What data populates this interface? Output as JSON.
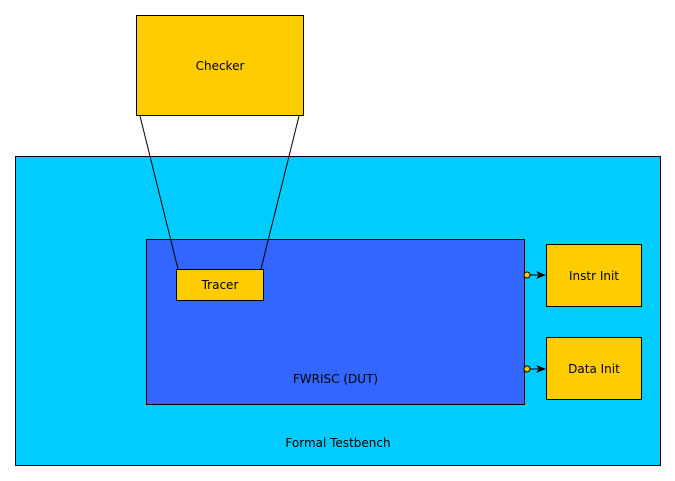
{
  "diagram": {
    "testbench_label": "Formal Testbench",
    "dut_label": "FWRISC (DUT)",
    "checker_label": "Checker",
    "tracer_label": "Tracer",
    "instr_init_label": "Instr Init",
    "data_init_label": "Data Init"
  },
  "colors": {
    "testbench_fill": "#00ccff",
    "dut_fill": "#3366ff",
    "block_fill": "#ffcc00",
    "stroke": "#000000"
  }
}
